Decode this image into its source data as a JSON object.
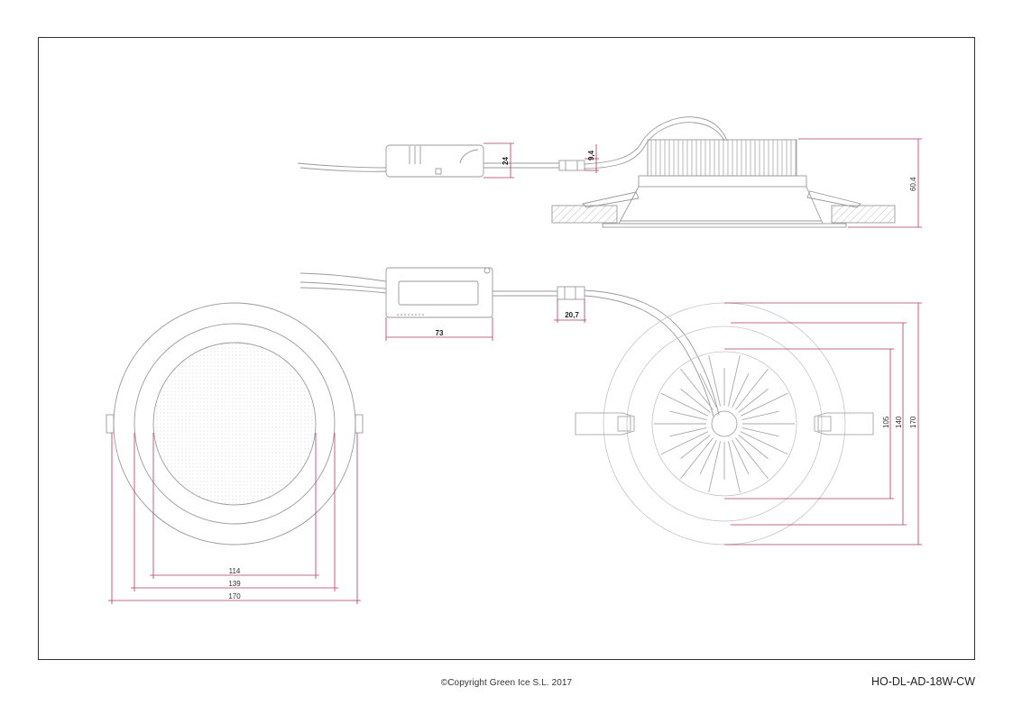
{
  "drawing": {
    "copyright": "©Copyright Green Ice S.L. 2017",
    "model_code": "HO-DL-AD-18W-CW"
  },
  "dimensions": {
    "driver_height": "24",
    "connector_height": "9,4",
    "lamp_height": "60,4",
    "driver_length": "73",
    "connector_length": "20,7",
    "front_inner": "114",
    "front_mid": "139",
    "front_outer": "170",
    "back_inner": "105",
    "back_mid": "140",
    "back_outer": "170"
  },
  "colors": {
    "line": "#9a9a9a",
    "dimension": "#b03a5e",
    "frame": "#333333"
  }
}
